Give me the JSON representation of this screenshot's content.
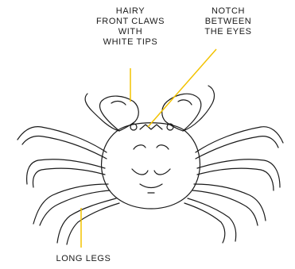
{
  "annotations": {
    "claws": "HAIRY\nFRONT CLAWS\nWITH\nWHITE TIPS",
    "notch": "NOTCH\nBETWEEN\nTHE EYES",
    "legs": "LONG LEGS"
  },
  "colors": {
    "outline": "#1a1a1a",
    "leader_line": "#f2c200",
    "background": "#ffffff"
  }
}
